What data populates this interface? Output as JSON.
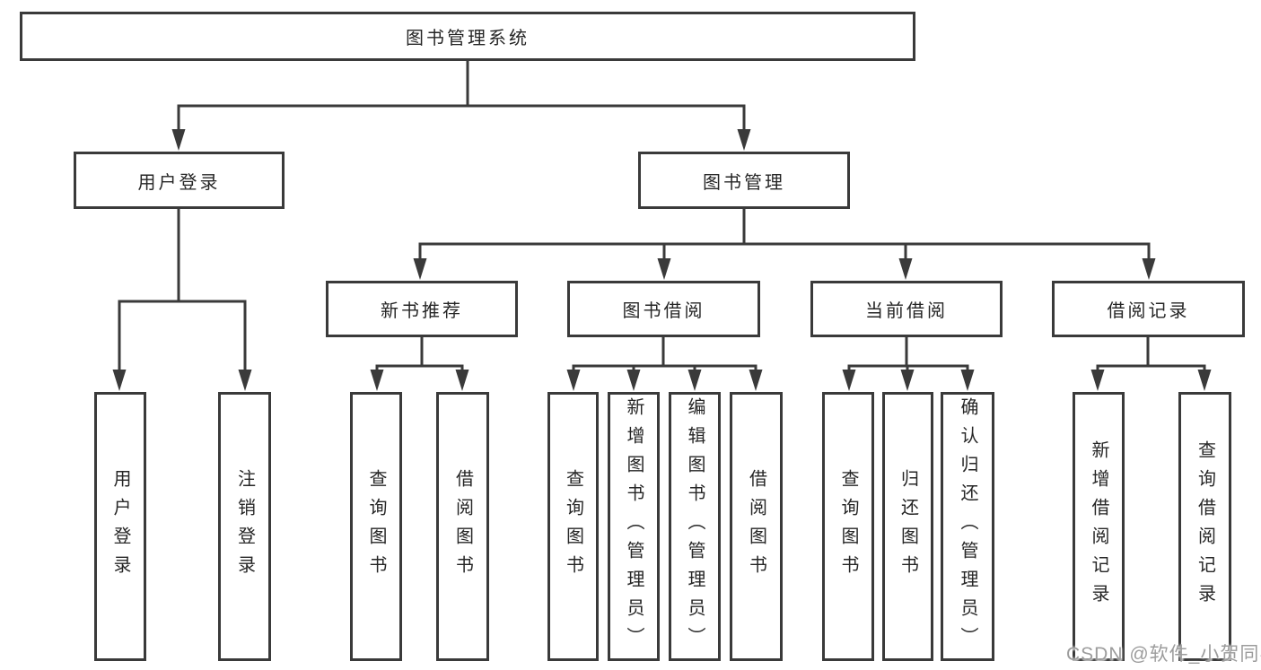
{
  "diagram_title": "图书管理系统",
  "tree": {
    "root": {
      "label": "图书管理系统"
    },
    "level2": [
      {
        "label": "用户登录"
      },
      {
        "label": "图书管理"
      }
    ],
    "level3": [
      {
        "label": "新书推荐"
      },
      {
        "label": "图书借阅"
      },
      {
        "label": "当前借阅"
      },
      {
        "label": "借阅记录"
      }
    ],
    "leaves": [
      {
        "label": "用户登录"
      },
      {
        "label": "注销登录"
      },
      {
        "label": "查询图书"
      },
      {
        "label": "借阅图书"
      },
      {
        "label": "查询图书"
      },
      {
        "label": "新增图书（管理员）"
      },
      {
        "label": "编辑图书（管理员）"
      },
      {
        "label": "借阅图书"
      },
      {
        "label": "查询图书"
      },
      {
        "label": "归还图书"
      },
      {
        "label": "确认归还（管理员）"
      },
      {
        "label": "新增借阅记录"
      },
      {
        "label": "查询借阅记录"
      }
    ]
  },
  "watermark": "CSDN @软件_小贺同学",
  "colors": {
    "line": "#3a3a3a",
    "text": "#262626",
    "background": "#ffffff",
    "watermark": "#9c9c9c"
  }
}
